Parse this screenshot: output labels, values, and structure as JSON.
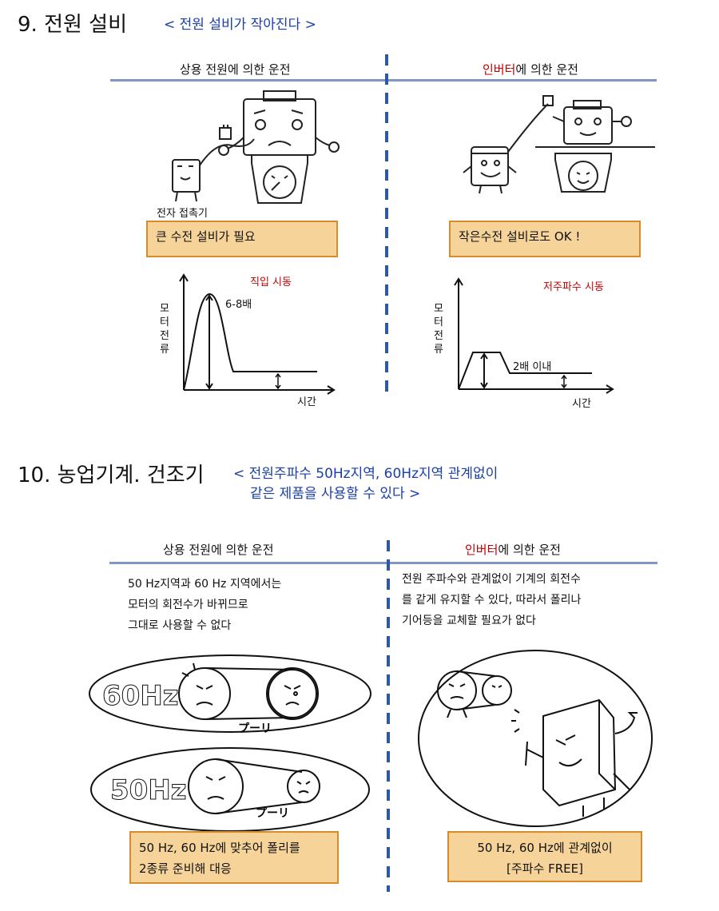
{
  "section9": {
    "title": "9. 전원 설비",
    "subtitle": "< 전원 설비가 작아진다 >",
    "left": {
      "heading": "상용 전원에 의한 운전",
      "contactor_label": "전자 접촉기",
      "box": "큰 수전 설비가 필요",
      "graph_title": "직입 시동",
      "peak_label": "6-8배",
      "ylabel_chars": [
        "모",
        "터",
        "전",
        "류"
      ],
      "xlabel": "시간"
    },
    "right": {
      "heading_red": "인버터",
      "heading_rest": "에 의한 운전",
      "box": "작은수전 설비로도 OK !",
      "graph_title": "저주파수 시동",
      "peak_label": "2배 이내",
      "ylabel_chars": [
        "모",
        "터",
        "전",
        "류"
      ],
      "xlabel": "시간"
    }
  },
  "section10": {
    "title": "10. 농업기계. 건조기",
    "subtitle_line1": "< 전원주파수 50Hz지역, 60Hz지역 관계없이",
    "subtitle_line2": "같은 제품을 사용할 수 있다 >",
    "left": {
      "heading": "상용 전원에 의한 운전",
      "text_lines": [
        "50 Hz지역과 60 Hz 지역에서는",
        "모터의 회전수가 바뀌므로",
        "그대로 사용할 수 없다"
      ],
      "label_60": "60Hz",
      "label_50": "50Hz",
      "pulley": "プーリ",
      "box_lines": [
        "50 Hz, 60 Hz에 맞추어 폴리를",
        "2종류 준비해 대응"
      ]
    },
    "right": {
      "heading_red": "인버터",
      "heading_rest": "에 의한 운전",
      "text_lines": [
        "전원 주파수와 관계없이 기계의 회전수",
        "를 같게 유지할 수 있다,  따라서 폴리나",
        "기어등을 교체할 필요가 없다"
      ],
      "box_lines": [
        "50 Hz, 60 Hz에 관계없이",
        "[주파수 FREE]"
      ]
    }
  },
  "colors": {
    "accent_blue": "#1a3fa8",
    "inverter_red": "#c00000",
    "box_fill": "#f6d499",
    "box_border": "#d98a2a",
    "rule": "#7f96c8"
  }
}
